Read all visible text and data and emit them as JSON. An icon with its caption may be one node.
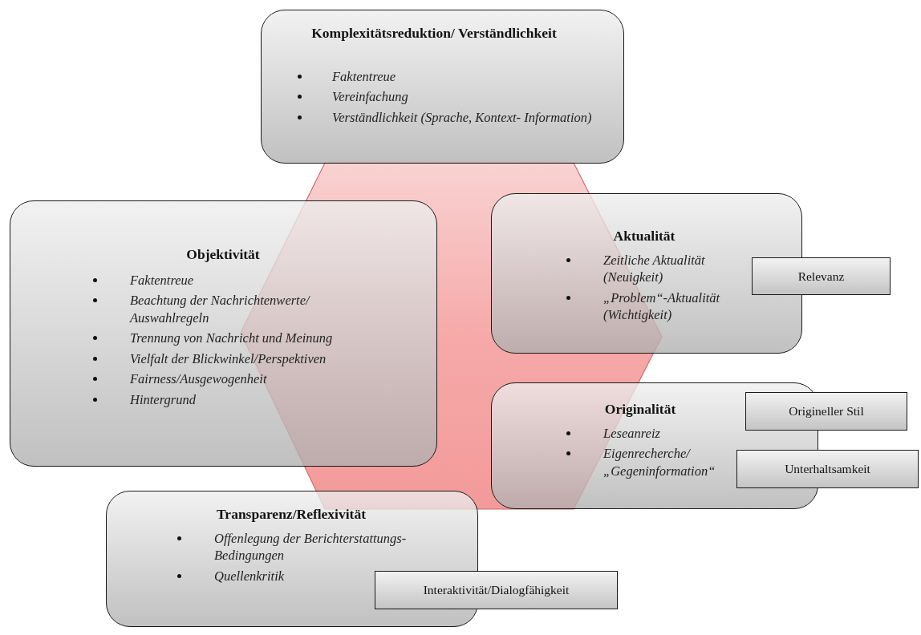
{
  "diagram": {
    "nodes": [
      {
        "text": [
          "Komplexitätsreduktion/ Verständlichkeit",
          "Faktentreue",
          "Vereinfachung",
          "Verständlichkeit (Sprache, Kontext- Information)"
        ]
      },
      {
        "text": [
          "Objektivität",
          "Faktentreue",
          "Beachtung der Nachrichtenwerte/ Auswahlregeln",
          "Trennung von Nachricht und Meinung",
          "Vielfalt der Blickwinkel/Perspektiven",
          "Fairness/Ausgewogenheit",
          "Hintergrund"
        ]
      },
      {
        "text": [
          "Aktualität",
          "Zeitliche Aktualität (Neuigkeit)",
          "„Problem“-Aktualität (Wichtigkeit)"
        ]
      },
      {
        "text": [
          "Originalität",
          "Leseanreiz",
          "Eigenrecherche/ „Gegeninformation“"
        ]
      },
      {
        "text": [
          "Transparenz/Reflexivität",
          "Offenlegung der Berichterstattungs- Bedingungen",
          "Quellenkritik"
        ]
      },
      {
        "text": [
          "Relevanz"
        ]
      },
      {
        "text": [
          "Origineller Stil"
        ]
      },
      {
        "text": [
          "Unterhaltsamkeit"
        ]
      },
      {
        "text": [
          "Interaktivität/Dialogfähigkeit"
        ]
      }
    ]
  }
}
